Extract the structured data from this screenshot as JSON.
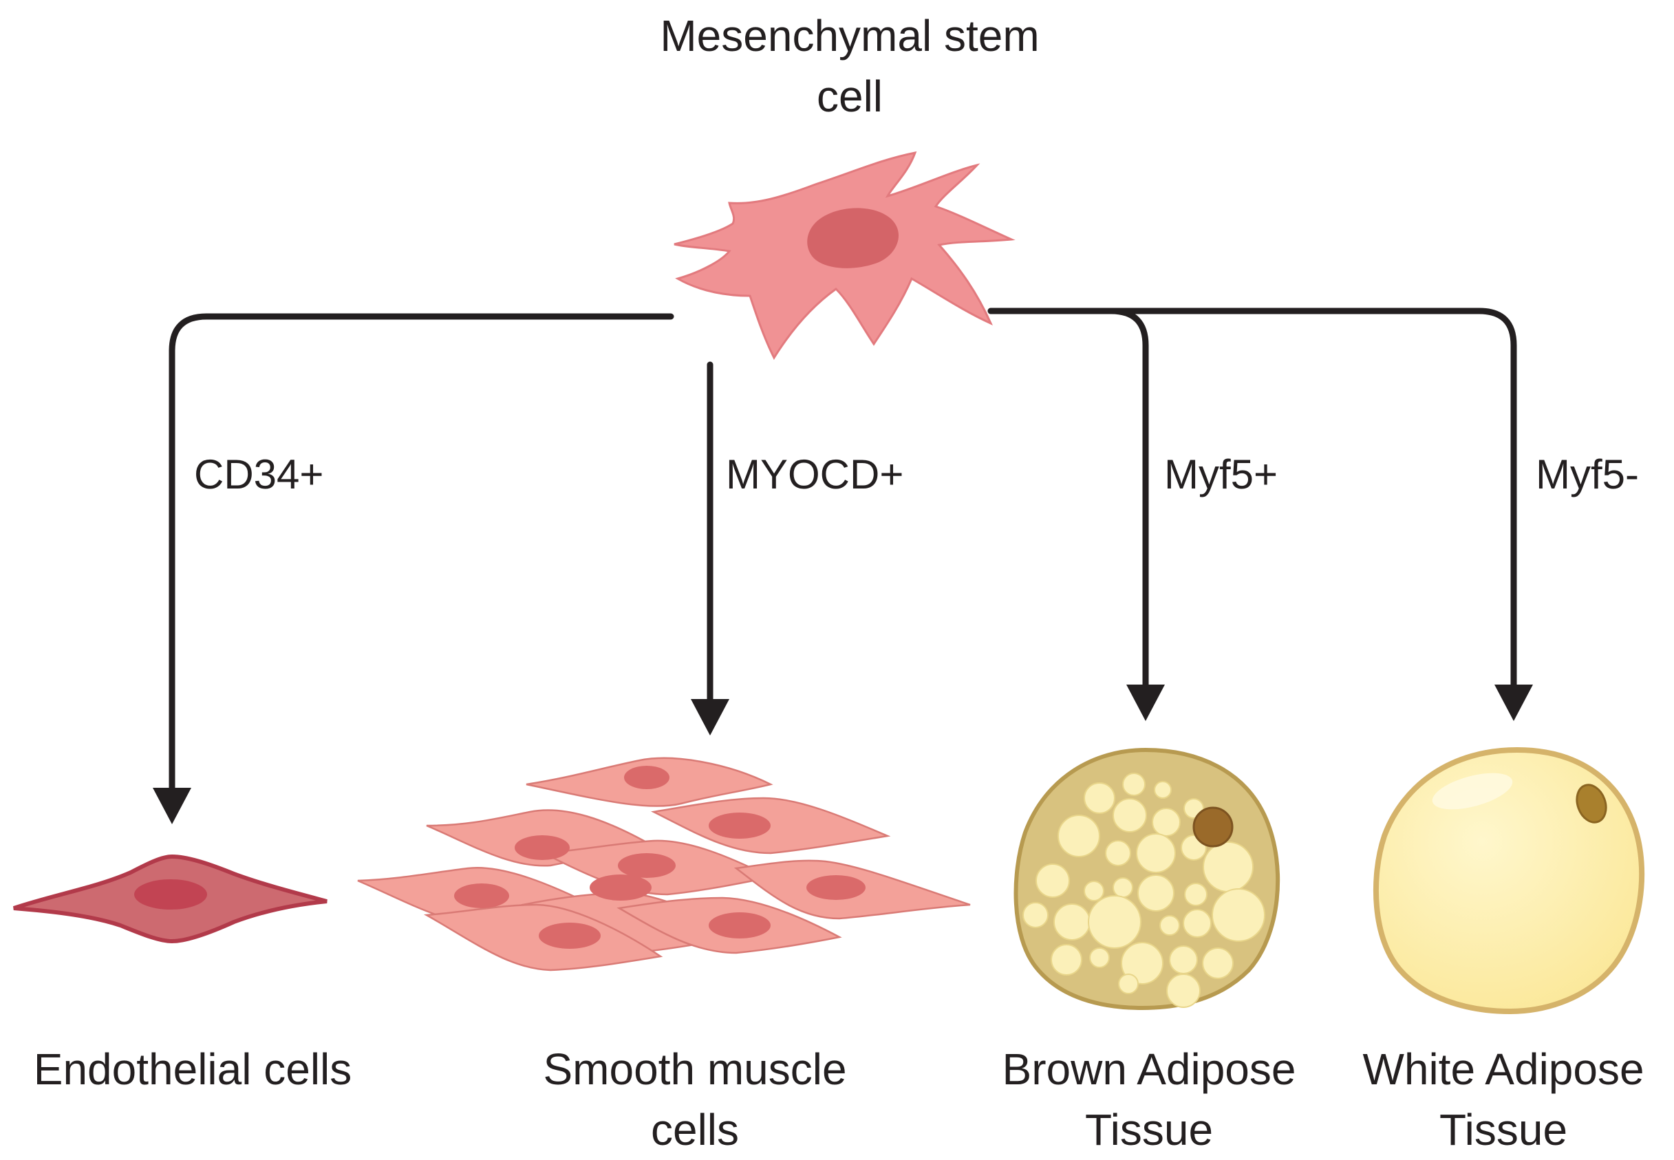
{
  "source": {
    "label_line1": "Mesenchymal stem",
    "label_line2": "cell"
  },
  "branches": [
    {
      "marker": "CD34+",
      "target_line1": "Endothelial cells",
      "target_line2": ""
    },
    {
      "marker": "MYOCD+",
      "target_line1": "Smooth muscle",
      "target_line2": "cells"
    },
    {
      "marker": "Myf5+",
      "target_line1": "Brown Adipose",
      "target_line2": "Tissue"
    },
    {
      "marker": "Myf5-",
      "target_line1": "White Adipose",
      "target_line2": "Tissue"
    }
  ],
  "colors": {
    "arrow": "#231f20",
    "msc_body": "#f09294",
    "msc_nucleus": "#d46468",
    "endothelial_body": "#cd6a70",
    "endothelial_nucleus": "#c24453",
    "smooth_muscle_body": "#f3a199",
    "smooth_muscle_nucleus": "#da6a6a",
    "brown_fat_cytoplasm": "#d8c27f",
    "brown_fat_droplet": "#fbf0b9",
    "white_fat_body": "#fbeea5",
    "white_fat_rim": "#d5b36a"
  }
}
